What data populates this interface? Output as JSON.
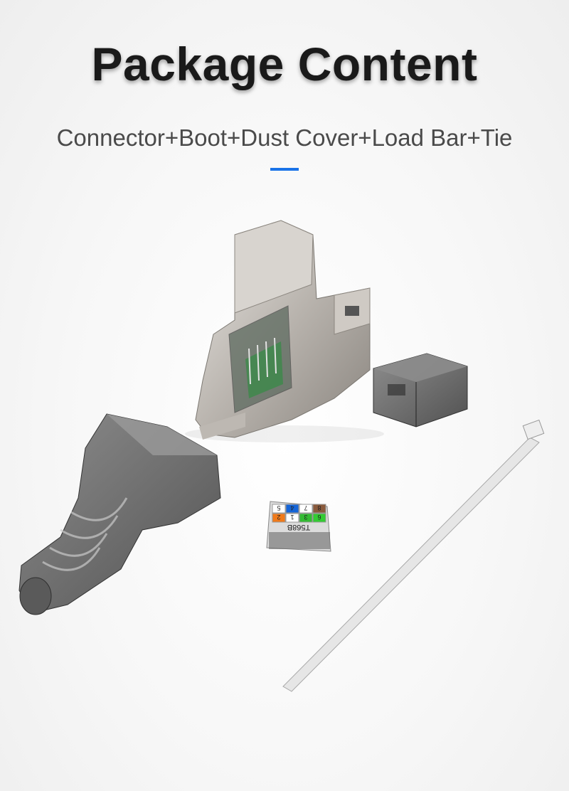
{
  "title": "Package Content",
  "subtitle": "Connector+Boot+Dust Cover+Load Bar+Tie",
  "accent_color": "#1a73e8",
  "items": [
    "connector",
    "boot",
    "dust-cover",
    "load-bar",
    "cable-tie"
  ],
  "load_bar": {
    "standard": "T568B",
    "pins": [
      "5",
      "4",
      "7",
      "8",
      "2",
      "1",
      "3",
      "6"
    ],
    "pin_colors": [
      "#ffffff",
      "#1565d8",
      "#ffffff",
      "#8a5a3c",
      "#f07a1a",
      "#ffffff",
      "#33bb33",
      "#33cc33"
    ]
  }
}
